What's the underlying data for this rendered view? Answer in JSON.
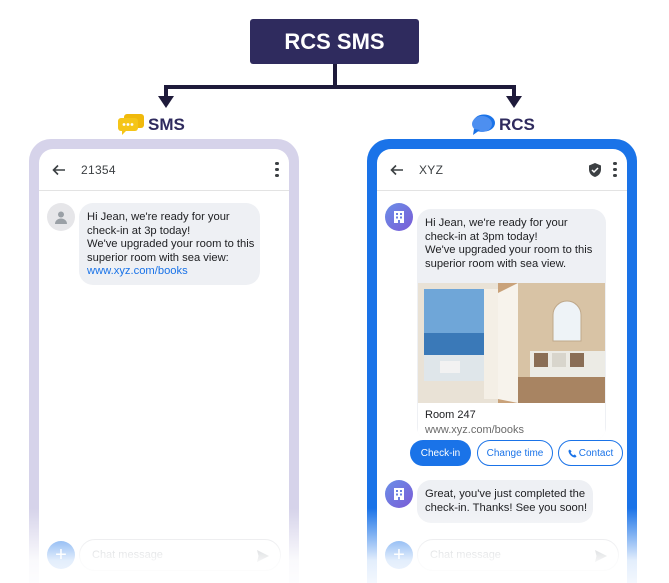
{
  "header": {
    "title": "RCS SMS"
  },
  "sms": {
    "label": "SMS",
    "contact": "21354",
    "message_lines": [
      "Hi Jean, we're ready for your",
      "check-in at 3p today!",
      "We've upgraded your room to this",
      "superior room with sea view:"
    ],
    "link": "www.xyz.com/books",
    "composer_placeholder": "Chat message"
  },
  "rcs": {
    "label": "RCS",
    "contact": "XYZ",
    "card": {
      "message_lines": [
        "Hi Jean, we're ready for your",
        "check-in at 3pm today!",
        "We've upgraded your room to this",
        "superior room with sea view."
      ],
      "room_title": "Room 247",
      "room_url": "www.xyz.com/books"
    },
    "chips": [
      {
        "label": "Check-in"
      },
      {
        "label": "Change time"
      },
      {
        "label": "Contact"
      }
    ],
    "reply_lines": [
      "Great, you've just completed the",
      "check-in. Thanks! See you soon!"
    ],
    "composer_placeholder": "Chat message"
  },
  "colors": {
    "title_bg": "#2f2b5e",
    "sms_frame": "#d6d3ea",
    "rcs_frame": "#1a73e8",
    "bubble": "#eef0f4",
    "link": "#1a73e8",
    "sms_icon": "#f5c518"
  },
  "icons": [
    "back-arrow-icon",
    "more-vert-icon",
    "shield-check-icon",
    "person-icon",
    "building-icon",
    "plus-icon",
    "send-icon",
    "phone-icon",
    "sms-chat-icon",
    "rcs-chat-icon"
  ]
}
